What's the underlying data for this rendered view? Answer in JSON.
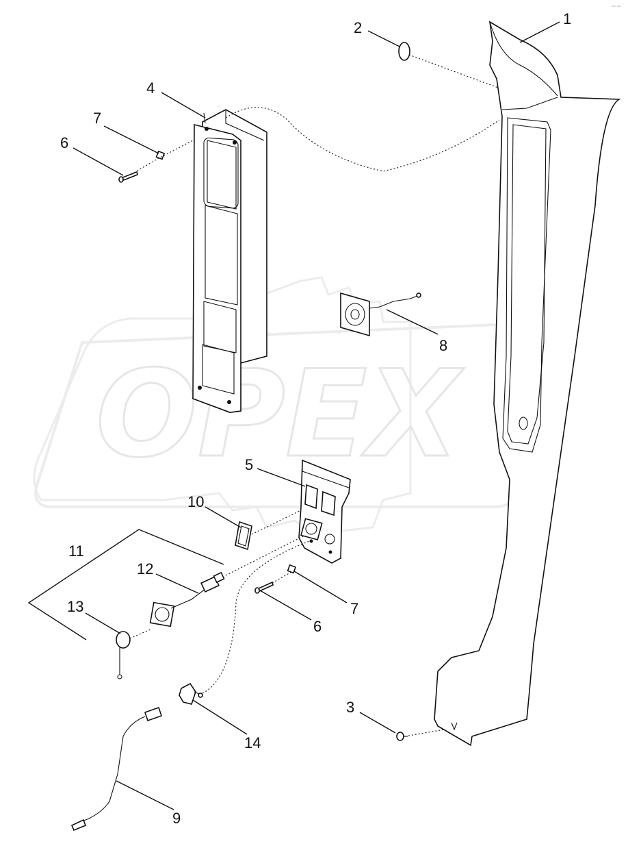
{
  "diagram": {
    "callouts": [
      "1",
      "2",
      "3",
      "4",
      "5",
      "6",
      "7",
      "8",
      "9",
      "10",
      "11",
      "12",
      "13",
      "14",
      "6",
      "7"
    ],
    "watermark": {
      "text": "OPEX",
      "color": "#e9e9e9"
    },
    "corner_mark": "~~"
  }
}
